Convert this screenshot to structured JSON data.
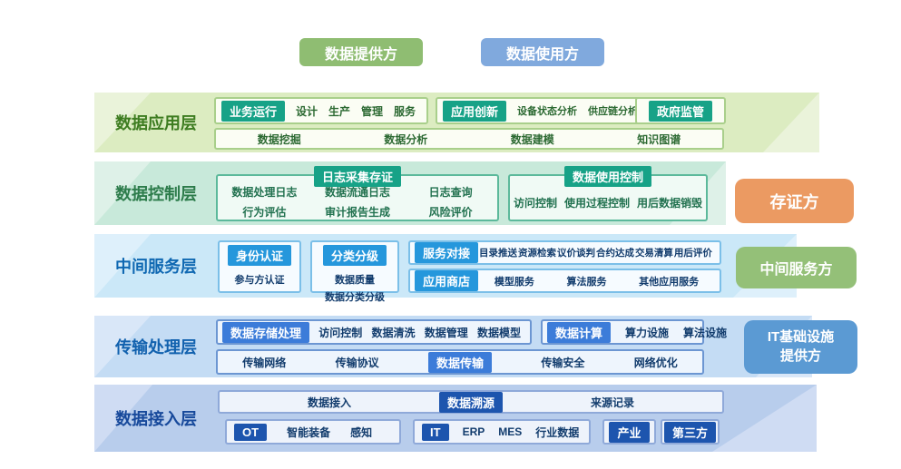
{
  "top_actors": {
    "provider": "数据提供方",
    "consumer": "数据使用方"
  },
  "side_actors": {
    "evidence": "存证方",
    "intermediary": "中间服务方",
    "it_infra_line1": "IT基础设施",
    "it_infra_line2": "提供方"
  },
  "layers": {
    "application": {
      "title": "数据应用层",
      "business": {
        "badge": "业务运行",
        "items": [
          "设计",
          "生产",
          "管理",
          "服务"
        ]
      },
      "innovation": {
        "badge": "应用创新",
        "items": [
          "设备状态分析",
          "供应链分析等"
        ]
      },
      "government_badge": "政府监管",
      "capabilities": [
        "数据挖掘",
        "数据分析",
        "数据建模",
        "知识图谱"
      ]
    },
    "control": {
      "title": "数据控制层",
      "log_audit": {
        "badge": "日志采集存证",
        "rows": [
          [
            "数据处理日志",
            "数据流通日志",
            "日志查询"
          ],
          [
            "行为评估",
            "审计报告生成",
            "风险评价"
          ]
        ]
      },
      "usage_control": {
        "badge": "数据使用控制",
        "items": [
          "访问控制",
          "使用过程控制",
          "用后数据销毁"
        ]
      }
    },
    "middle_service": {
      "title": "中间服务层",
      "identity": {
        "badge": "身份认证",
        "items": [
          "参与方认证"
        ]
      },
      "classification": {
        "badge": "分类分级",
        "items": [
          "数据质量",
          "数据分类分级"
        ]
      },
      "service_matching": {
        "badge": "服务对接",
        "items": [
          "目录推送",
          "资源检索",
          "议价谈判",
          "合约达成",
          "交易清算",
          "用后评价"
        ]
      },
      "app_store": {
        "badge": "应用商店",
        "items": [
          "模型服务",
          "算法服务",
          "其他应用服务"
        ]
      }
    },
    "transport": {
      "title": "传输处理层",
      "storage": {
        "badge": "数据存储处理",
        "items": [
          "访问控制",
          "数据清洗",
          "数据管理",
          "数据模型"
        ]
      },
      "compute": {
        "badge": "数据计算",
        "items": [
          "算力设施",
          "算法设施"
        ]
      },
      "transmission": {
        "badge": "数据传输",
        "left_items": [
          "传输网络",
          "传输协议"
        ],
        "right_items": [
          "传输安全",
          "网络优化"
        ]
      }
    },
    "access": {
      "title": "数据接入层",
      "trace": {
        "left": "数据接入",
        "badge": "数据溯源",
        "right": "来源记录"
      },
      "ot": {
        "badge": "OT",
        "items": [
          "智能装备",
          "感知"
        ]
      },
      "it": {
        "badge": "IT",
        "items": [
          "ERP",
          "MES",
          "行业数据"
        ]
      },
      "industry_badge": "产业",
      "third_party_badge": "第三方"
    }
  },
  "colors": {
    "provider_green": "#8fbd72",
    "consumer_blue": "#80a9dd",
    "evidence_orange": "#eb9a62",
    "intermediary_green": "#94c078",
    "it_infra_blue": "#5b9ad3",
    "teal_badge": "#17a287",
    "blue_badge": "#2597dc",
    "royal_badge": "#3c7cd9",
    "navy_badge": "#1d55ae",
    "layer_application_fill": "#dcecc1",
    "layer_control_fill": "#c8e9da",
    "layer_middle_fill": "#cbe8f8",
    "layer_transport_fill": "#c4dcf4",
    "layer_access_fill": "#b8cdec"
  }
}
